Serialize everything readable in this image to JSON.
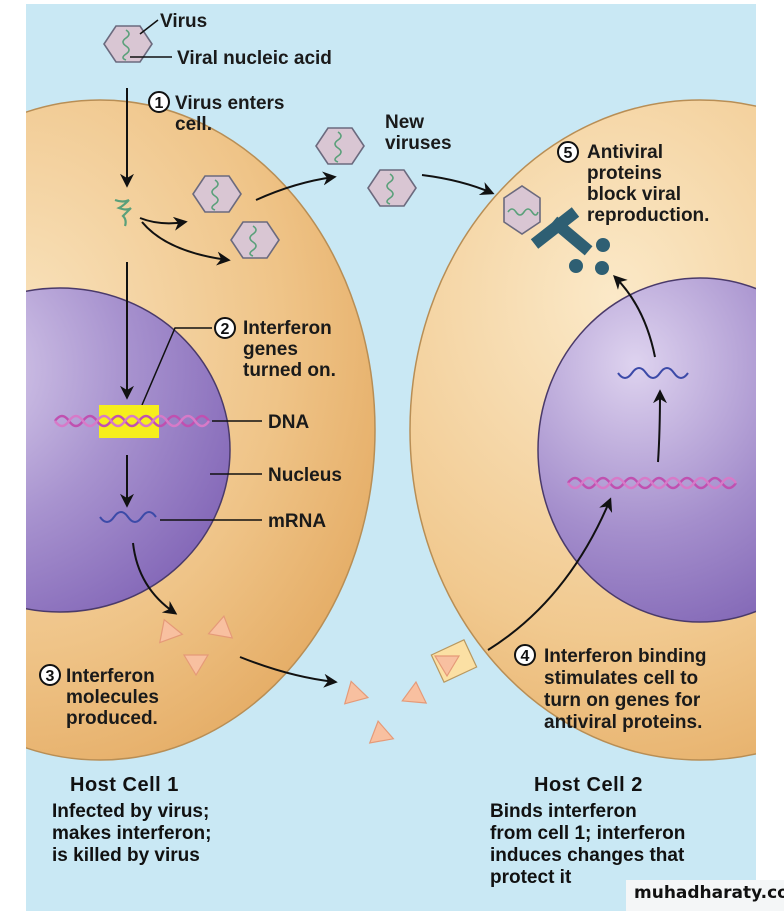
{
  "colors": {
    "background": "#c9e8f4",
    "cytoplasm": "#f0c489",
    "cytoplasm_light": "#f7dcb0",
    "nucleus": "#9d85c8",
    "nucleus_light": "#cdbfe6",
    "virus_fill": "#d9c6d3",
    "virus_stroke": "#6b6a7e",
    "viral_na": "#5aa07a",
    "dna": "#c050b0",
    "gene_highlight": "#f6ee1c",
    "mrna": "#3c4aa8",
    "interferon": "#f8c0a0",
    "receptor": "#fbe0a4",
    "antiviral_protein": "#2e5f73"
  },
  "legend": {
    "virus": "Virus",
    "viral_nucleic_acid": "Viral nucleic acid"
  },
  "steps": [
    {
      "number": "1",
      "lines": [
        "Virus enters",
        "cell."
      ]
    },
    {
      "number": "2",
      "lines": [
        "Interferon",
        "genes",
        "turned on."
      ]
    },
    {
      "number": "3",
      "lines": [
        "Interferon",
        "molecules",
        "produced."
      ]
    },
    {
      "number": "4",
      "lines": [
        "Interferon binding",
        "stimulates cell to",
        "turn on genes for",
        "antiviral proteins."
      ]
    },
    {
      "number": "5",
      "lines": [
        "Antiviral",
        "proteins",
        "block viral",
        "reproduction."
      ]
    }
  ],
  "labels": {
    "new_viruses": [
      "New",
      "viruses"
    ],
    "dna": "DNA",
    "nucleus": "Nucleus",
    "mrna": "mRNA"
  },
  "host_cell_1": {
    "title": "Host Cell 1",
    "description": [
      "Infected by virus;",
      "makes interferon;",
      "is killed by virus"
    ]
  },
  "host_cell_2": {
    "title": "Host Cell 2",
    "description": [
      "Binds interferon",
      "from cell 1; interferon",
      "induces changes that",
      "protect it"
    ]
  },
  "watermark": "muhadharaty.com"
}
